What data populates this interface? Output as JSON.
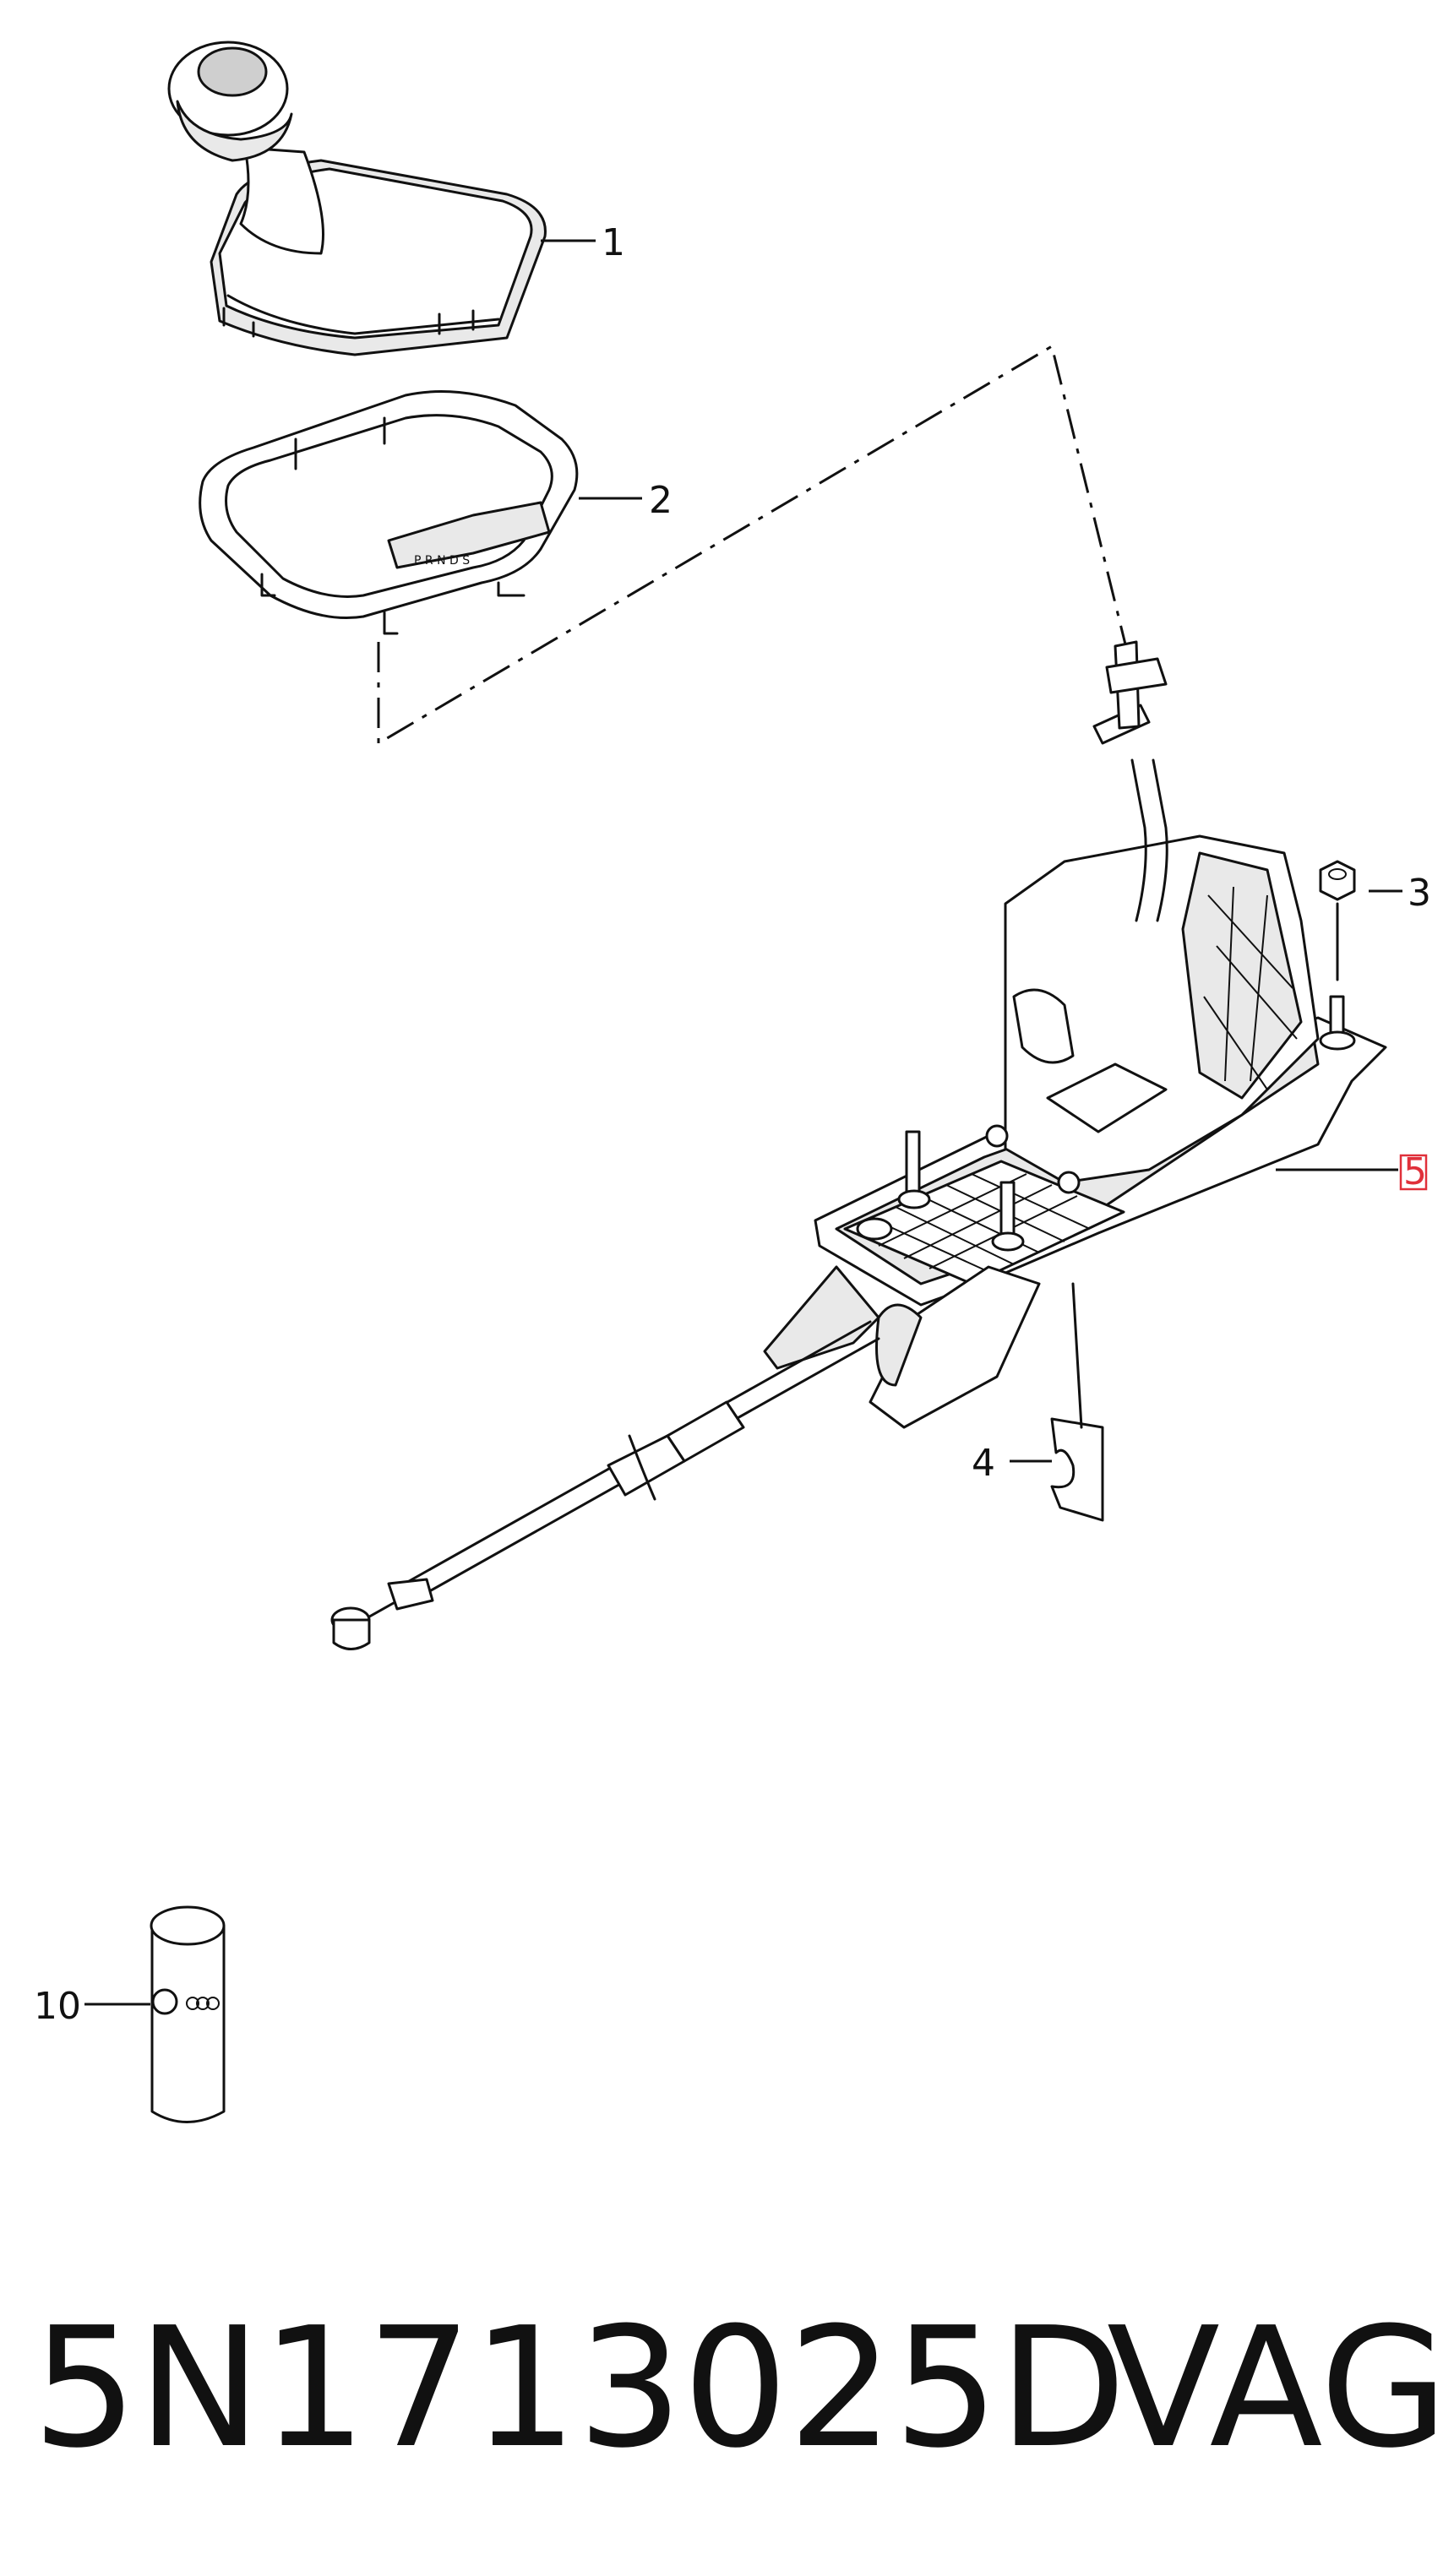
{
  "callouts": {
    "c1": "1",
    "c2": "2",
    "c3": "3",
    "c4": "4",
    "c5": "5",
    "c10": "10"
  },
  "footer": {
    "part_number": "5N1713025D",
    "brand": "VAG"
  },
  "colors": {
    "line": "#111111",
    "highlight_box": "#e0303a",
    "background": "#ffffff"
  }
}
